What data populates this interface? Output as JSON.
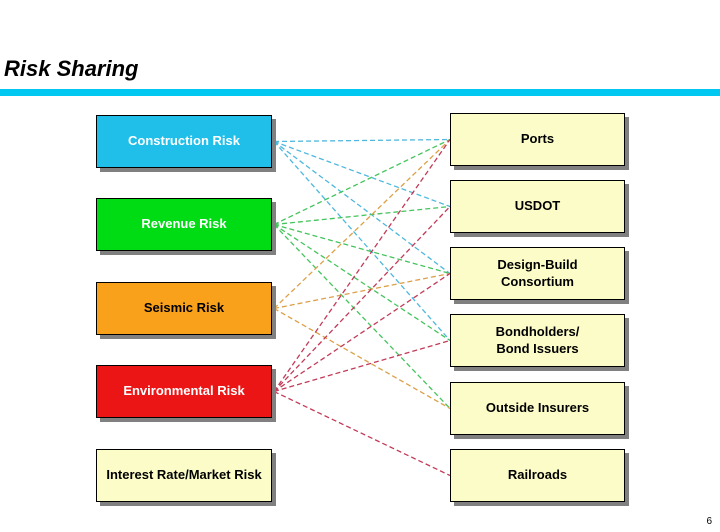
{
  "slide": {
    "title": "Risk Sharing",
    "page_number": "6"
  },
  "colors": {
    "accent_bar": "#00C8F0",
    "box_shadow": "#808080",
    "party_fill": "#FCFCC8",
    "party_text": "#000000"
  },
  "risks": [
    {
      "label": "Construction Risk",
      "fill": "#1FBFEA",
      "text_color": "#FFFFFF",
      "line_color": "#4FB8DC"
    },
    {
      "label": "Revenue Risk",
      "fill": "#00DC14",
      "text_color": "#FFFFFF",
      "line_color": "#44C45C"
    },
    {
      "label": "Seismic Risk",
      "fill": "#F9A11B",
      "text_color": "#000000",
      "line_color": "#DCA048"
    },
    {
      "label": "Environmental Risk",
      "fill": "#EC1515",
      "text_color": "#FFFFFF",
      "line_color": "#C23A58"
    },
    {
      "label": "Interest Rate/Market Risk",
      "fill": "#FCFCC8",
      "text_color": "#000000",
      "line_color": "#999999"
    }
  ],
  "parties": [
    {
      "label": "Ports"
    },
    {
      "label": "USDOT"
    },
    {
      "label": "Design-Build\nConsortium"
    },
    {
      "label": "Bondholders/\nBond Issuers"
    },
    {
      "label": "Outside Insurers"
    },
    {
      "label": "Railroads"
    }
  ],
  "connections": [
    {
      "risk": 0,
      "party": 0
    },
    {
      "risk": 0,
      "party": 1
    },
    {
      "risk": 0,
      "party": 2
    },
    {
      "risk": 0,
      "party": 3
    },
    {
      "risk": 1,
      "party": 0
    },
    {
      "risk": 1,
      "party": 1
    },
    {
      "risk": 1,
      "party": 2
    },
    {
      "risk": 1,
      "party": 3
    },
    {
      "risk": 1,
      "party": 4
    },
    {
      "risk": 2,
      "party": 0
    },
    {
      "risk": 2,
      "party": 2
    },
    {
      "risk": 2,
      "party": 4
    },
    {
      "risk": 3,
      "party": 0
    },
    {
      "risk": 3,
      "party": 1
    },
    {
      "risk": 3,
      "party": 2
    },
    {
      "risk": 3,
      "party": 3
    },
    {
      "risk": 3,
      "party": 5
    }
  ]
}
